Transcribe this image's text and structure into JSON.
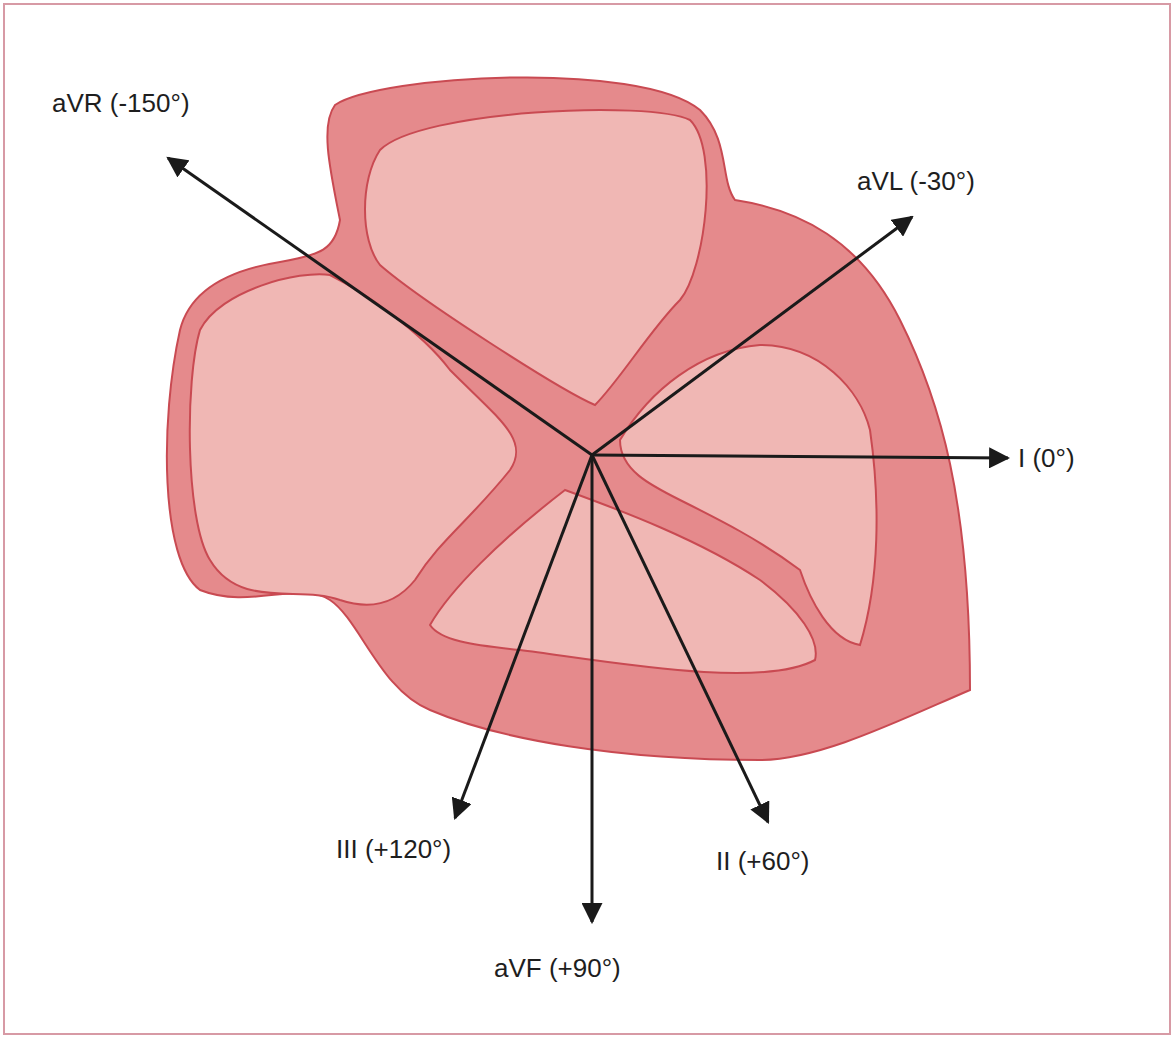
{
  "diagram": {
    "labels": [
      "aVR (-150°)",
      "aVL (-30°)",
      "I (0°)",
      "III (+120°)",
      "aVF (+90°)",
      "II (+60°)"
    ]
  }
}
